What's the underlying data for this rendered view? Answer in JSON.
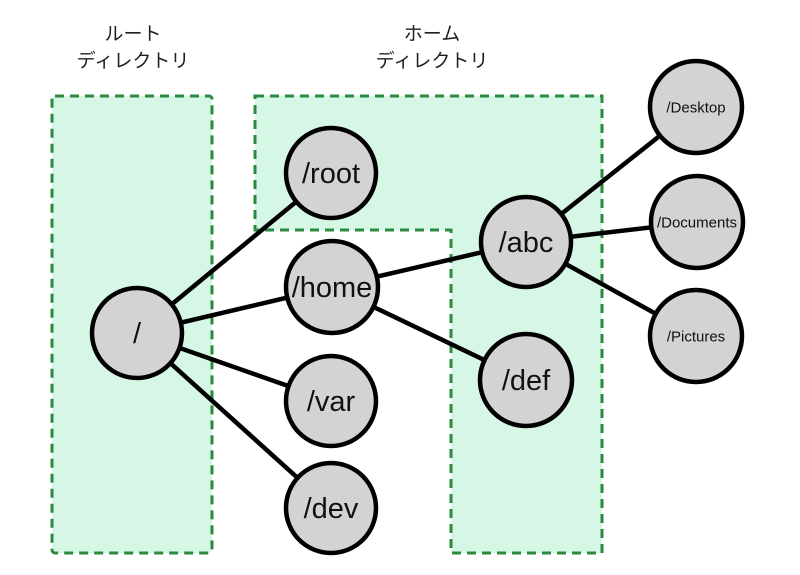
{
  "diagram": {
    "type": "tree-diagram",
    "description": "Unix filesystem directory tree",
    "regions": [
      {
        "id": "root-directory",
        "label_lines": [
          "ルート",
          "ディレクトリ"
        ]
      },
      {
        "id": "home-directory",
        "label_lines": [
          "ホーム",
          "ディレクトリ"
        ]
      }
    ],
    "nodes": [
      {
        "id": "slash",
        "label": "/"
      },
      {
        "id": "root",
        "label": "/root"
      },
      {
        "id": "home",
        "label": "/home"
      },
      {
        "id": "var",
        "label": "/var"
      },
      {
        "id": "dev",
        "label": "/dev"
      },
      {
        "id": "abc",
        "label": "/abc"
      },
      {
        "id": "def",
        "label": "/def"
      },
      {
        "id": "desktop",
        "label": "/Desktop"
      },
      {
        "id": "documents",
        "label": "/Documents"
      },
      {
        "id": "pictures",
        "label": "/Pictures"
      }
    ],
    "edges": [
      {
        "from": "/",
        "to": "/root"
      },
      {
        "from": "/",
        "to": "/home"
      },
      {
        "from": "/",
        "to": "/var"
      },
      {
        "from": "/",
        "to": "/dev"
      },
      {
        "from": "/home",
        "to": "/abc"
      },
      {
        "from": "/home",
        "to": "/def"
      },
      {
        "from": "/abc",
        "to": "/Desktop"
      },
      {
        "from": "/abc",
        "to": "/Documents"
      },
      {
        "from": "/abc",
        "to": "/Pictures"
      }
    ],
    "colors": {
      "region_fill": "#d7f7e6",
      "region_border": "#2b8a3e",
      "node_fill": "#d3d3d3",
      "node_border": "#000000",
      "edge": "#000000",
      "text": "#111111",
      "background": "#ffffff"
    }
  }
}
